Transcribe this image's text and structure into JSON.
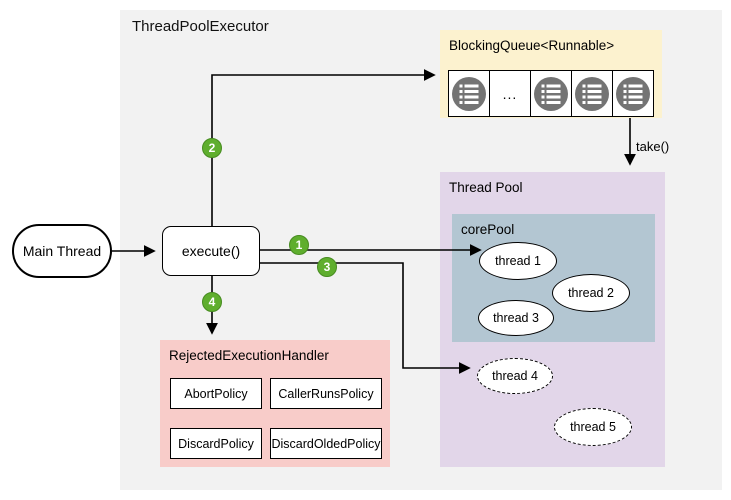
{
  "title": "ThreadPoolExecutor",
  "main_thread": {
    "label": "Main Thread"
  },
  "execute_node": {
    "label": "execute()"
  },
  "blocking_queue": {
    "title": "BlockingQueue<Runnable>",
    "ellipsis": "...",
    "take_label": "take()"
  },
  "thread_pool": {
    "title": "Thread Pool",
    "core_pool": {
      "title": "corePool",
      "threads": [
        "thread 1",
        "thread 2",
        "thread 3"
      ]
    },
    "overflow_threads": [
      "thread 4",
      "thread 5"
    ]
  },
  "rejected_handler": {
    "title": "RejectedExecutionHandler",
    "policies": [
      "AbortPolicy",
      "CallerRunsPolicy",
      "DiscardPolicy",
      "DiscardOldedPolicy"
    ]
  },
  "steps": [
    "1",
    "2",
    "3",
    "4"
  ],
  "colors": {
    "container_bg": "#f2f2f2",
    "queue_bg": "#fcf2cf",
    "pool_bg": "#e2d6e9",
    "core_pool_bg": "#b3c6d2",
    "handler_bg": "#f8ccc9",
    "badge_fill": "#5fae2e",
    "badge_border": "#478c20",
    "task_icon_gray": "#747474",
    "line_color": "#000000"
  }
}
